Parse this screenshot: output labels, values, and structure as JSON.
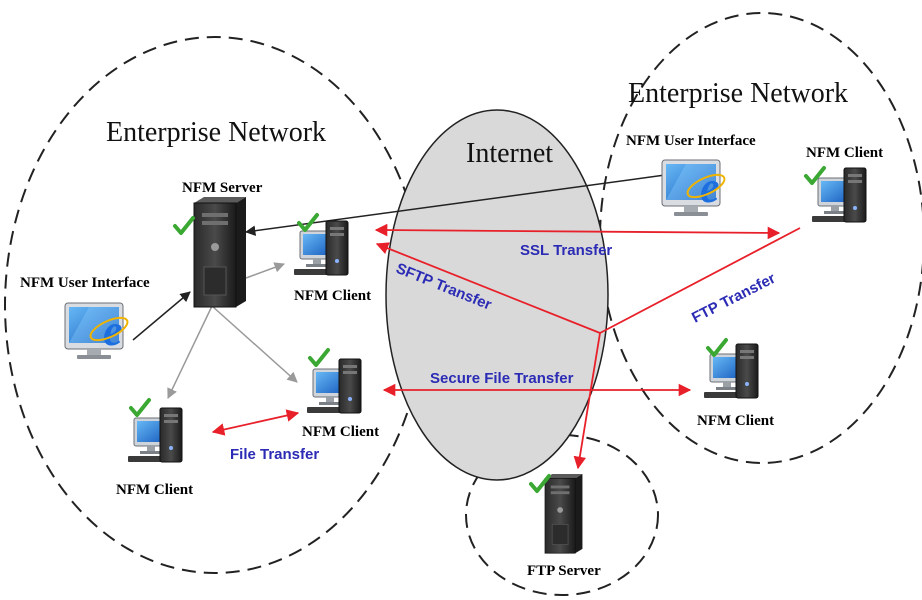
{
  "regions": {
    "left_network": "Enterprise Network",
    "right_network": "Enterprise Network",
    "internet": "Internet"
  },
  "nodes": {
    "nfm_server": "NFM Server",
    "left_ui": "NFM User Interface",
    "right_ui": "NFM User Interface",
    "left_client_top": "NFM Client",
    "left_client_mid": "NFM Client",
    "left_client_bottom": "NFM Client",
    "right_client_top": "NFM Client",
    "right_client_bottom": "NFM Client",
    "ftp_server": "FTP Server"
  },
  "transfers": {
    "ssl": "SSL Transfer",
    "sftp": "SFTP Transfer",
    "ftp": "FTP Transfer",
    "secure": "Secure File Transfer",
    "file": "File Transfer"
  },
  "colors": {
    "red_link": "#e8202a",
    "label_blue": "#2b2bb5",
    "internet_fill": "#d9d9d9",
    "check_green": "#3aa832"
  }
}
